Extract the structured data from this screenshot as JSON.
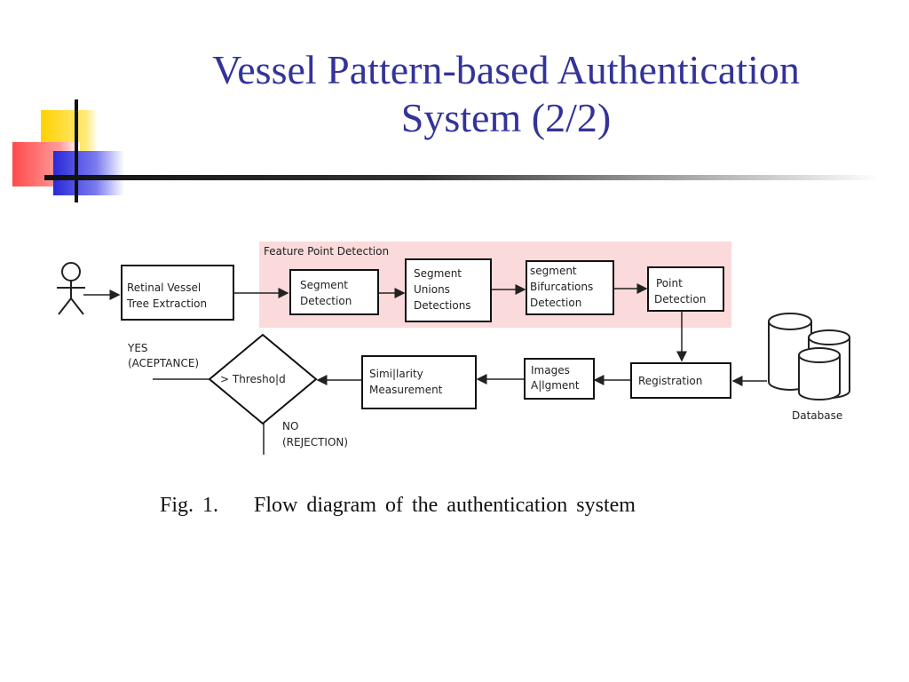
{
  "slide": {
    "title_line1": "Vessel Pattern-based Authentication",
    "title_line2": "System (2/2)"
  },
  "diagram": {
    "group_label": "Feature Point Detection",
    "nodes": {
      "retinal": [
        "Retinal Vessel",
        "Tree Extraction"
      ],
      "segment_detection": [
        "Segment",
        "Detection"
      ],
      "segment_unions": [
        "Segment",
        "Unions",
        "Detections"
      ],
      "segment_bifurcations": [
        "segment",
        "Bifurcations",
        "Detection"
      ],
      "point_detection": [
        "Point",
        "Detection"
      ],
      "registration": [
        "Registration"
      ],
      "images_alignment": [
        "Images",
        "A|lgment"
      ],
      "similarity": [
        "Simi|larity",
        "Measurement"
      ],
      "threshold": [
        "> Thresho|d"
      ],
      "database": [
        "Database"
      ]
    },
    "outcomes": {
      "yes": [
        "YES",
        "(ACEPTANCE)"
      ],
      "no": [
        "NO",
        "(REJECTION)"
      ]
    },
    "colors": {
      "group_fill": "#fadada",
      "stroke": "#111111",
      "title": "#333399"
    }
  },
  "caption": {
    "fig": "Fig. 1.",
    "text": "Flow diagram of the authentication system"
  },
  "icons": [
    "person-icon",
    "database-icon"
  ]
}
